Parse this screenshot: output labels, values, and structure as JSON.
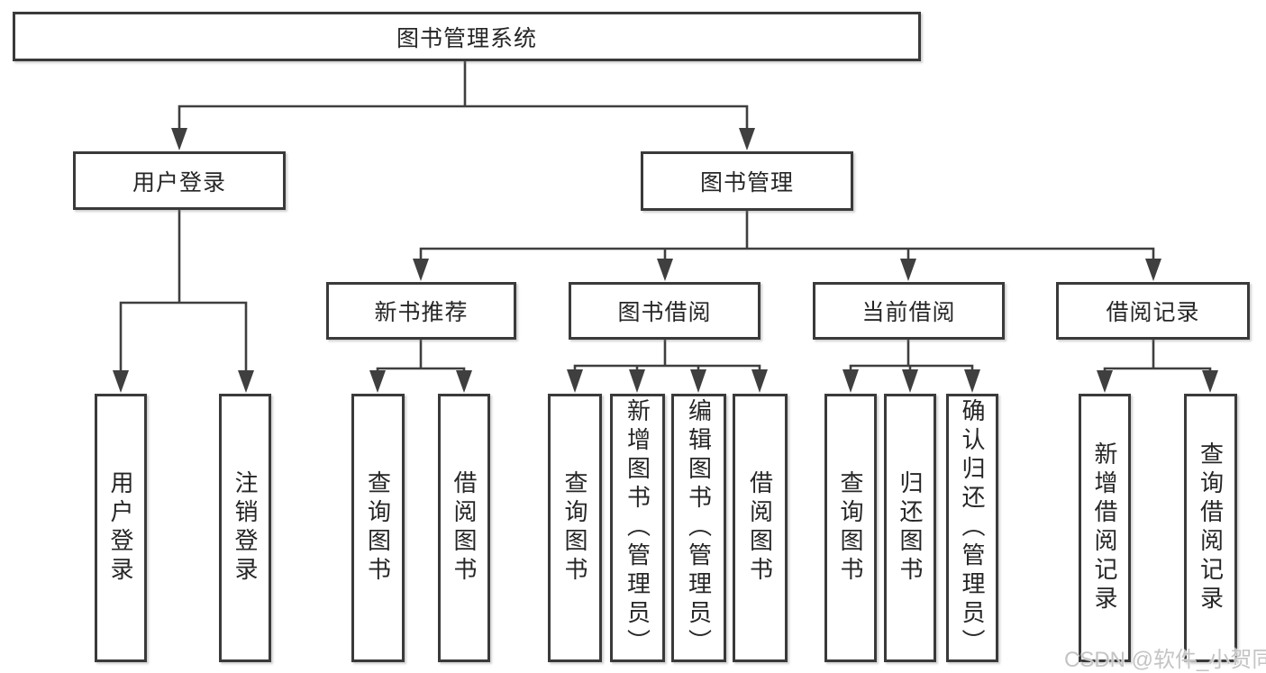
{
  "diagram": {
    "root": {
      "label": "图书管理系统"
    },
    "branches": [
      {
        "label": "用户登录",
        "children": [
          {
            "label": "用户登录"
          },
          {
            "label": "注销登录"
          }
        ]
      },
      {
        "label": "图书管理",
        "children": [
          {
            "label": "新书推荐",
            "children": [
              {
                "label": "查询图书"
              },
              {
                "label": "借阅图书"
              }
            ]
          },
          {
            "label": "图书借阅",
            "children": [
              {
                "label": "查询图书"
              },
              {
                "label": "新增图书（管理员）"
              },
              {
                "label": "编辑图书（管理员）"
              },
              {
                "label": "借阅图书"
              }
            ]
          },
          {
            "label": "当前借阅",
            "children": [
              {
                "label": "查询图书"
              },
              {
                "label": "归还图书"
              },
              {
                "label": "确认归还（管理员）"
              }
            ]
          },
          {
            "label": "借阅记录",
            "children": [
              {
                "label": "新增借阅记录"
              },
              {
                "label": "查询借阅记录"
              }
            ]
          }
        ]
      }
    ]
  },
  "watermark": {
    "text": "CSDN @软件_小贺同学"
  },
  "colors": {
    "line": "#3f3f3f",
    "border": "#3a3a3a",
    "text": "#262626",
    "background": "#ffffff",
    "watermark": "#c4c4c4"
  }
}
